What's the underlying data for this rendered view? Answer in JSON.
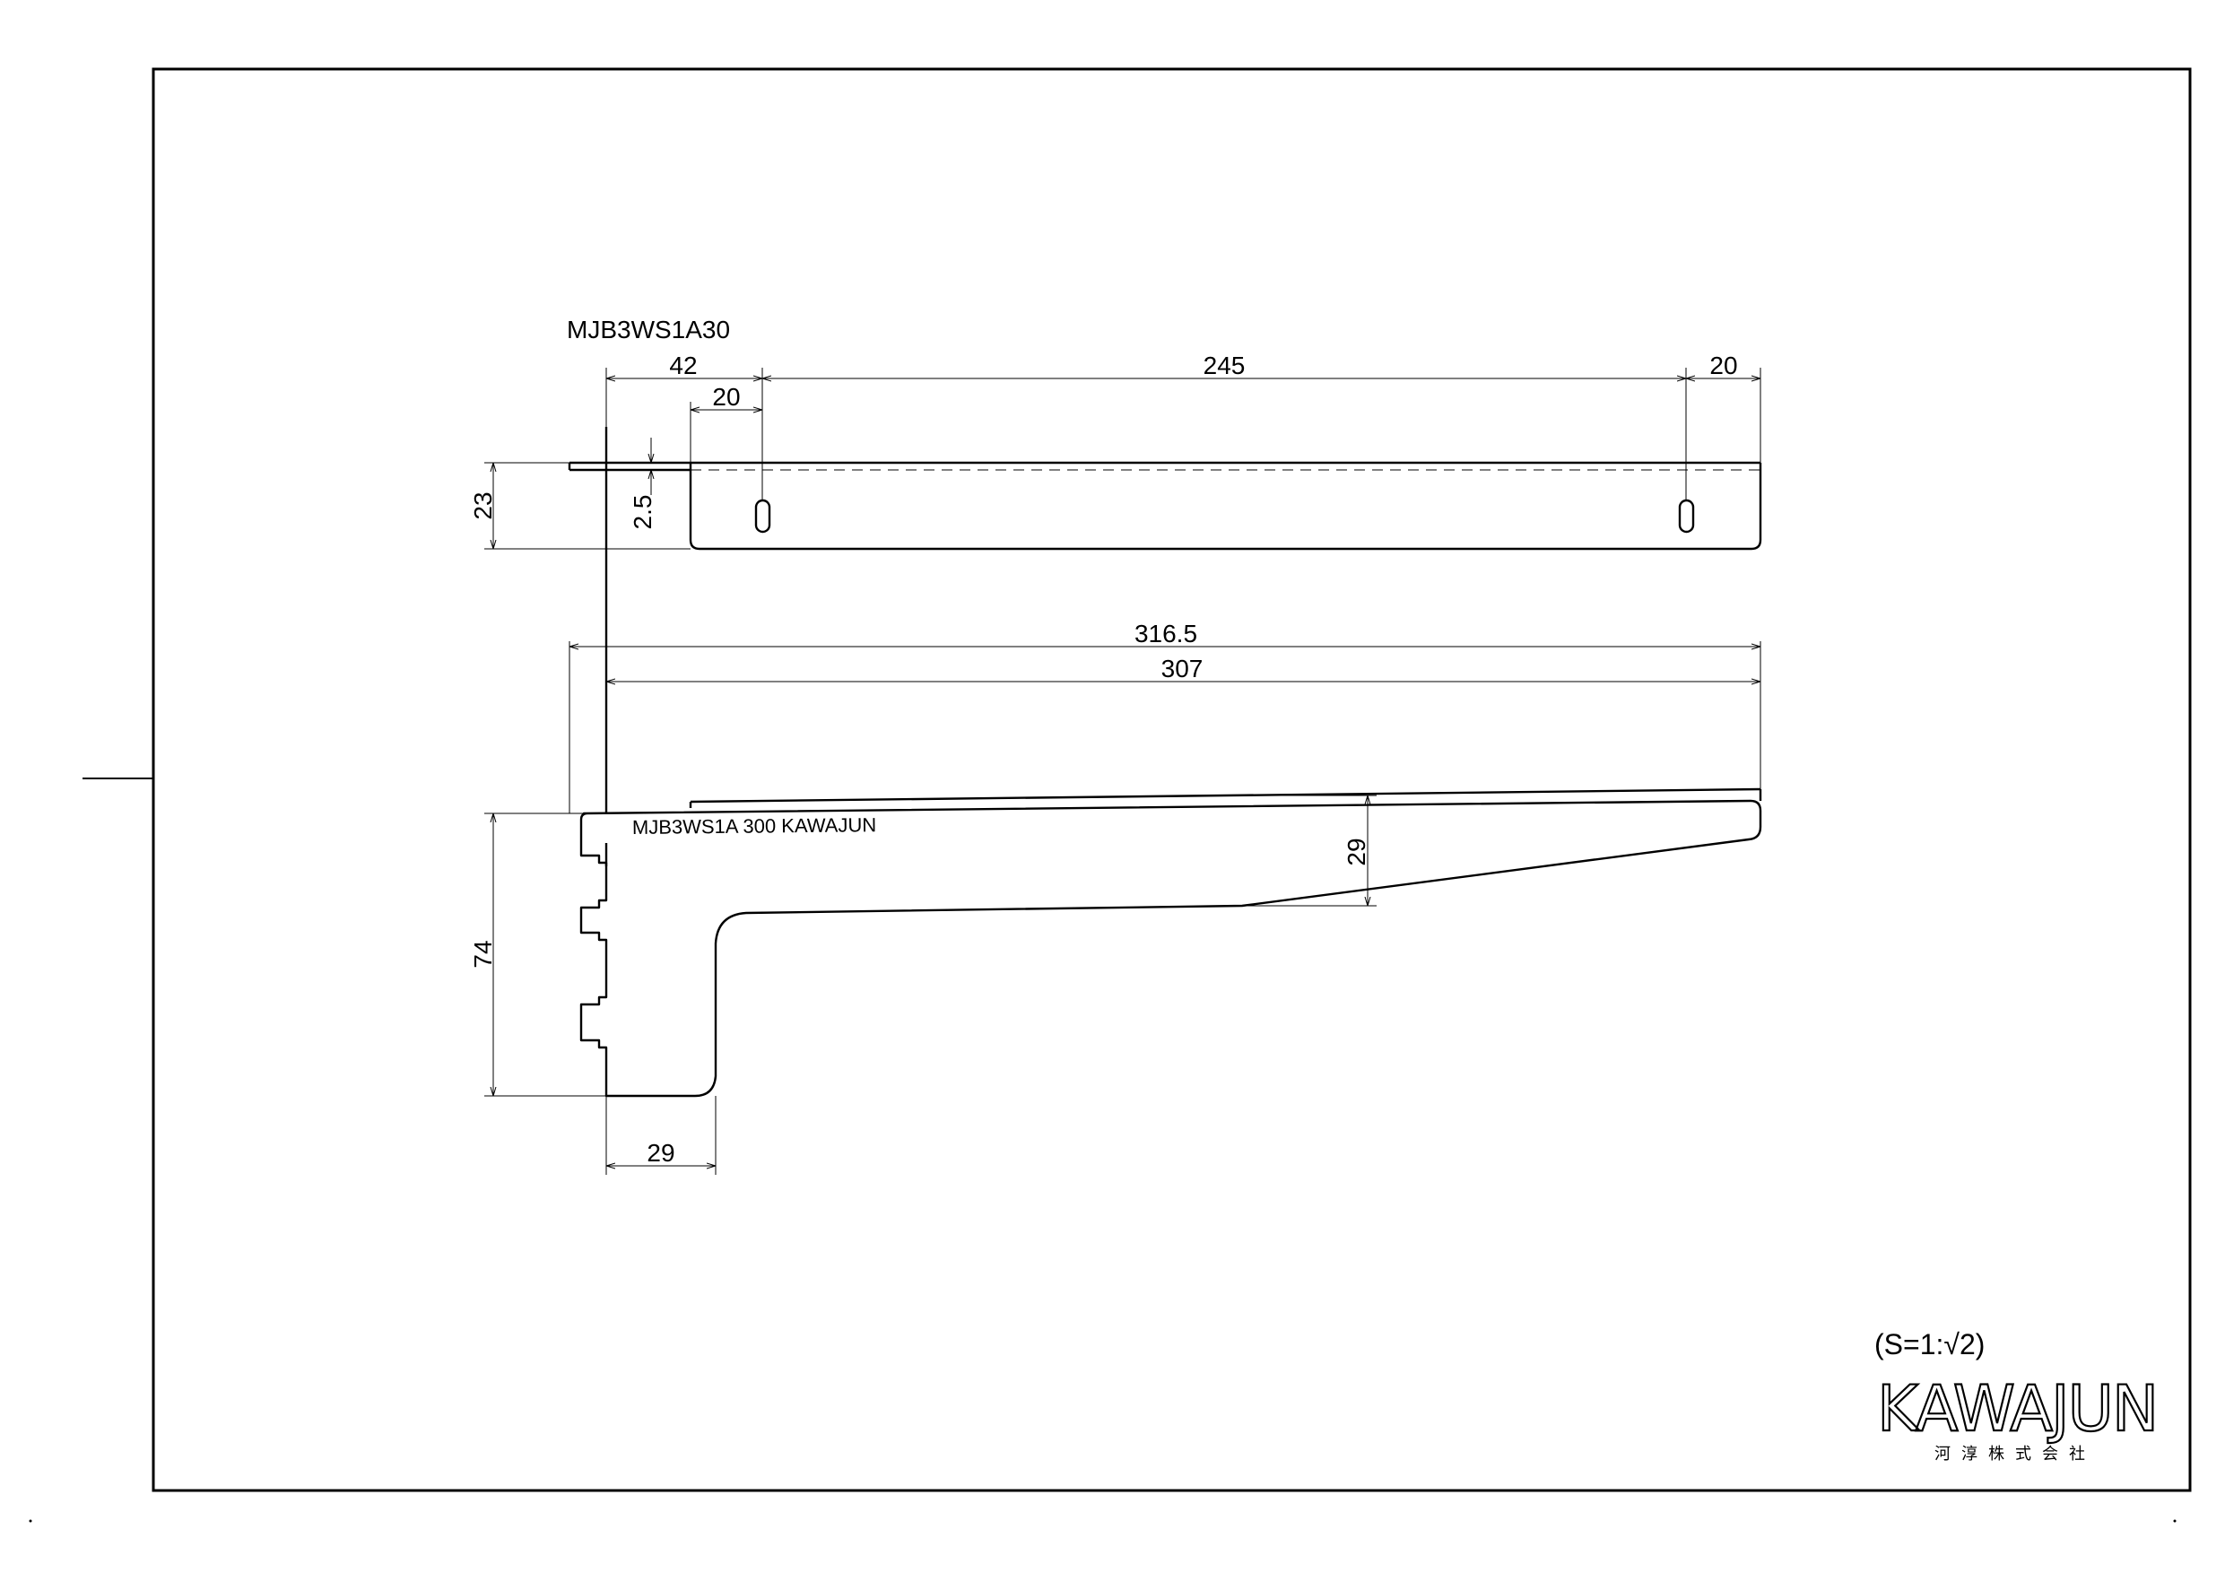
{
  "drawing_title": "MJB3WS1A30",
  "part_marking": "MJB3WS1A  300  KAWAJUN",
  "top_view": {
    "dim_overall_first": "42",
    "dim_first_slot": "20",
    "dim_slot_spacing": "245",
    "dim_last_slot": "20",
    "dim_height": "23",
    "dim_thickness": "2.5"
  },
  "side_view": {
    "dim_total_length": "316.5",
    "dim_arm_length": "307",
    "dim_arm_depth": "29",
    "dim_height": "74",
    "dim_base_width": "29"
  },
  "scale_note": "(S=1:√2)",
  "company": {
    "logo": "KAWAJUN",
    "name_jp": "河淳株式会社"
  }
}
